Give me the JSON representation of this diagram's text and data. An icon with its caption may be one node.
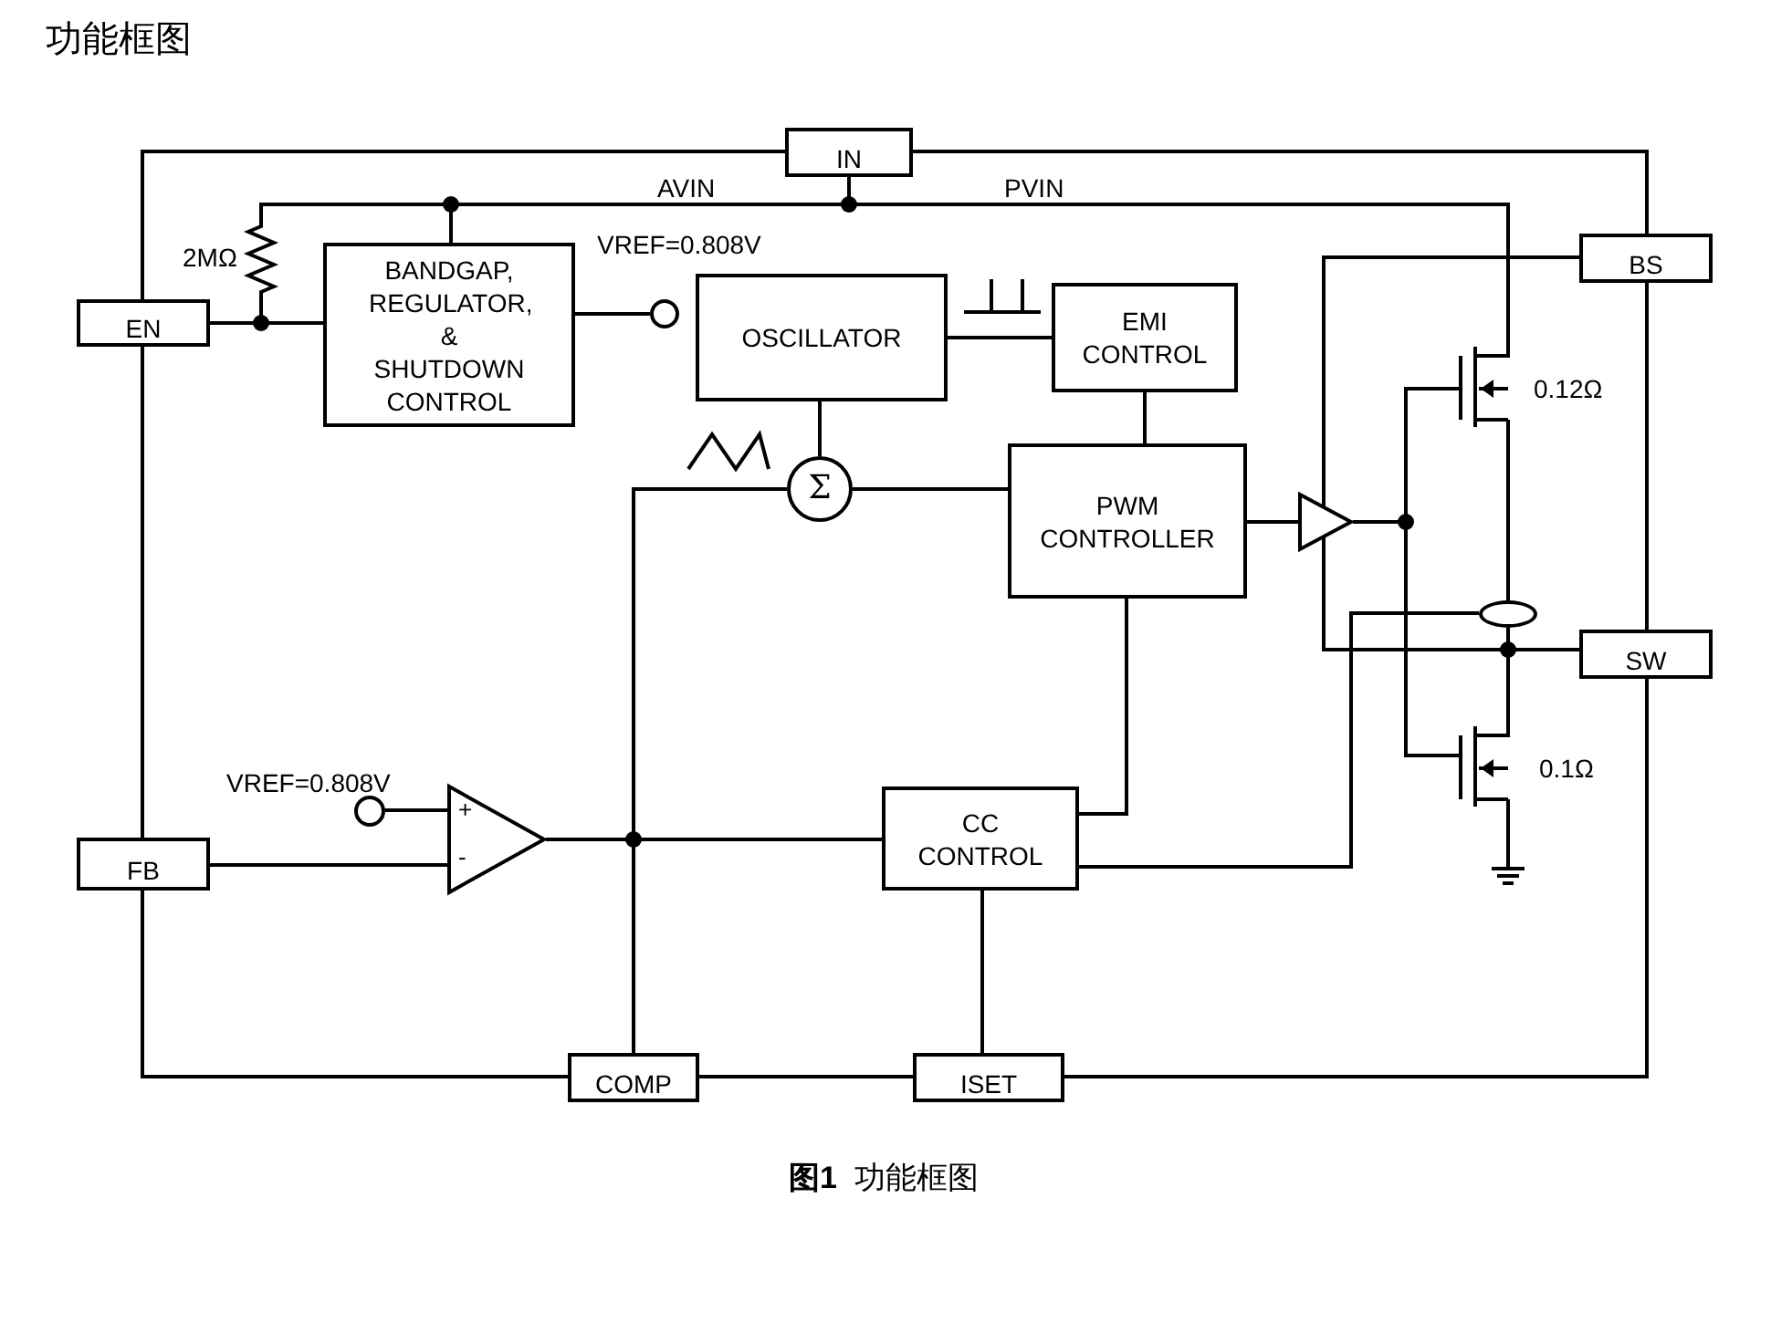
{
  "diagram": {
    "title": "功能框图",
    "caption": "**图1**  功能框图",
    "nodes": [
      {
        "text": [
          "IN"
        ]
      },
      {
        "text": [
          "EN"
        ]
      },
      {
        "text": [
          "BANDGAP, REGULATOR, & SHUTDOWN CONTROL"
        ]
      },
      {
        "text": [
          "OSCILLATOR"
        ]
      },
      {
        "text": [
          "EMI CONTROL"
        ]
      },
      {
        "text": [
          "PWM CONTROLLER"
        ]
      },
      {
        "text": [
          "CC CONTROL"
        ]
      },
      {
        "text": [
          "BS"
        ]
      },
      {
        "text": [
          "SW"
        ]
      },
      {
        "text": [
          "FB"
        ]
      },
      {
        "text": [
          "COMP"
        ]
      },
      {
        "text": [
          "ISET"
        ]
      },
      {
        "text": [
          "Σ"
        ]
      },
      {
        "text": [
          "+",
          "-"
        ]
      },
      {
        "text": [],
        "shape": "triangle"
      },
      {
        "text": [],
        "shape": "picture",
        "beside": [
          "0.12Ω"
        ]
      },
      {
        "text": [],
        "shape": "picture",
        "beside": [
          "0.1Ω"
        ]
      },
      {
        "text": [],
        "shape": "circle"
      },
      {
        "text": [],
        "shape": "circle",
        "beside": [
          "VREF=0.808V"
        ]
      },
      {
        "text": [],
        "shape": "circle"
      }
    ],
    "edges": [
      {
        "from": 0,
        "to": 2,
        "arrow": "none"
      },
      {
        "from": 0,
        "to": 1,
        "arrow": "none"
      },
      {
        "from": 0,
        "to": 15,
        "arrow": "none"
      },
      {
        "from": 1,
        "to": 2,
        "arrow": "none"
      },
      {
        "from": 2,
        "to": 17,
        "arrow": "none"
      },
      {
        "from": 3,
        "to": 4,
        "arrow": "none"
      },
      {
        "from": 4,
        "to": 5,
        "arrow": "none"
      },
      {
        "from": 3,
        "to": 12,
        "arrow": "none"
      },
      {
        "from": 12,
        "to": 5,
        "arrow": "none"
      },
      {
        "from": 13,
        "to": 12,
        "arrow": "none"
      },
      {
        "from": 13,
        "to": 6,
        "arrow": "none"
      },
      {
        "from": 10,
        "to": 13,
        "arrow": "none"
      },
      {
        "from": 18,
        "to": 13,
        "arrow": "none"
      },
      {
        "from": 9,
        "to": 13,
        "arrow": "none"
      },
      {
        "from": 5,
        "to": 6,
        "arrow": "none"
      },
      {
        "from": 6,
        "to": 11,
        "arrow": "none"
      },
      {
        "from": 6,
        "to": 19,
        "arrow": "none"
      },
      {
        "from": 5,
        "to": 14,
        "arrow": "none"
      },
      {
        "from": 14,
        "to": 15,
        "arrow": "none"
      },
      {
        "from": 14,
        "to": 16,
        "arrow": "none"
      },
      {
        "from": 7,
        "to": 14,
        "arrow": "none"
      },
      {
        "from": 14,
        "to": 8,
        "arrow": "none"
      },
      {
        "from": 15,
        "to": 19,
        "arrow": "none"
      },
      {
        "from": 19,
        "to": 8,
        "arrow": "none"
      },
      {
        "from": 16,
        "to": 8,
        "arrow": "none"
      }
    ],
    "labels": [
      "AVIN",
      "PVIN",
      "2MΩ",
      "VREF=0.808V"
    ]
  }
}
